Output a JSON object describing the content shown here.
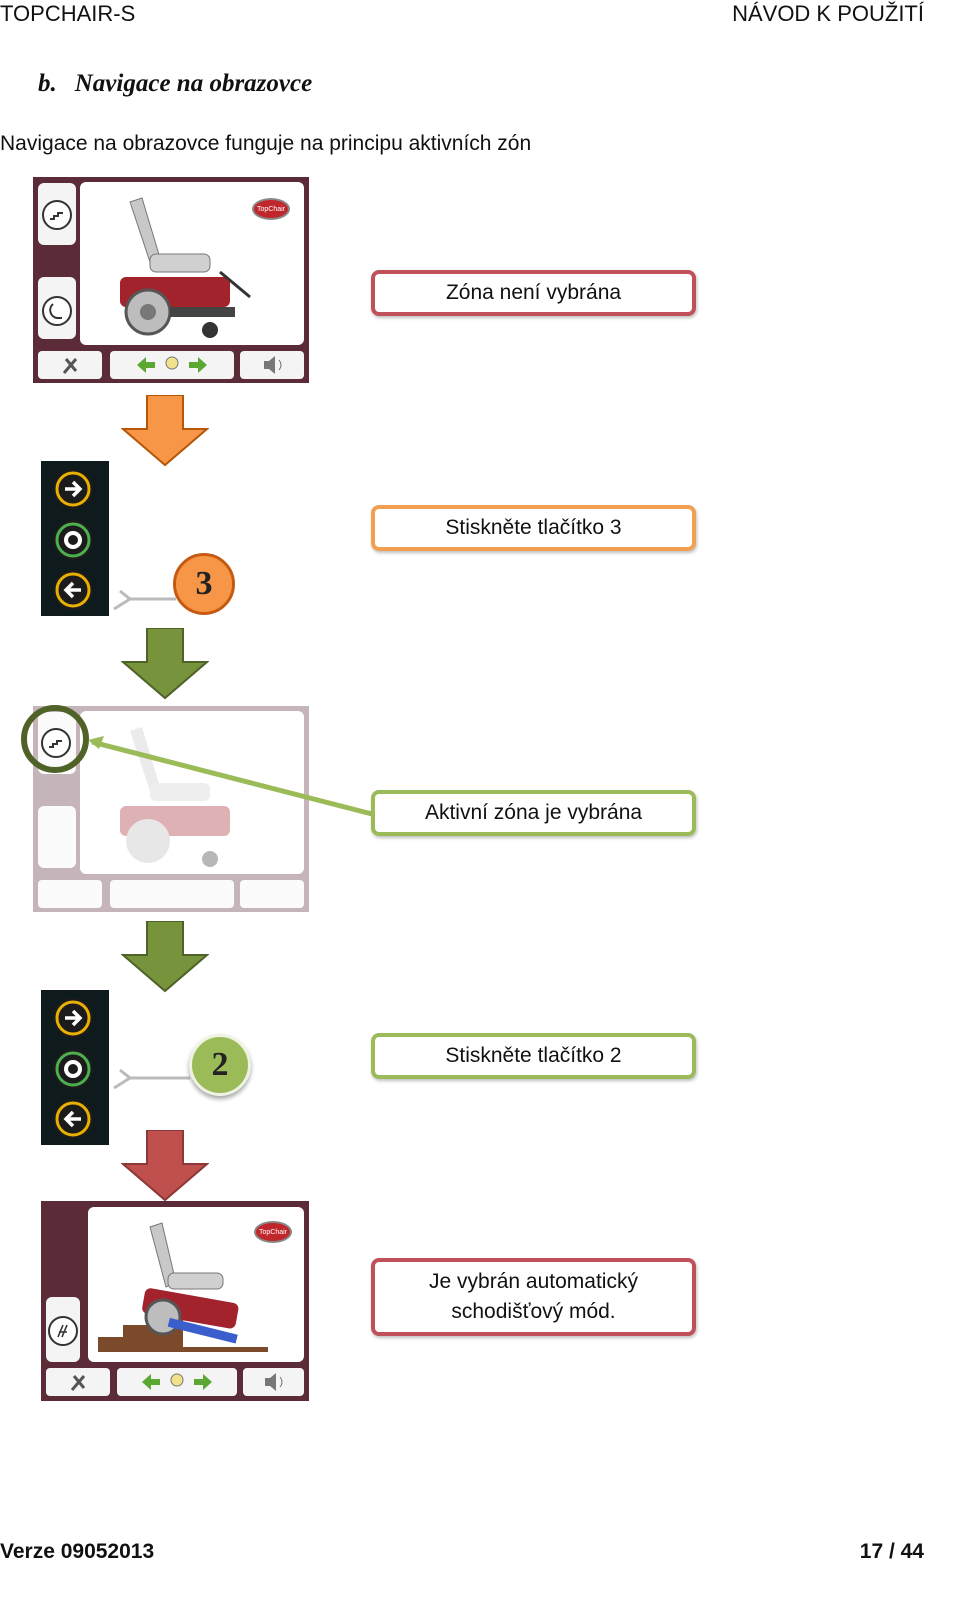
{
  "header": {
    "left": "TOPCHAIR-S",
    "right": "NÁVOD K POUŽITÍ"
  },
  "section": {
    "number": "b.",
    "title": "Navigace na obrazovce"
  },
  "intro": "Navigace na obrazovce funguje na principu aktivních zón",
  "steps": [
    {
      "text": "Zóna není vybrána",
      "color": "#c0505a"
    },
    {
      "text": "Stiskněte tlačítko 3",
      "color": "#f0a050",
      "button": "3"
    },
    {
      "text": "Aktivní zóna je vybrána",
      "color": "#9bbb59"
    },
    {
      "text": "Stiskněte tlačítko 2",
      "color": "#9bbb59",
      "button": "2"
    },
    {
      "text": "Je vybrán automatický schodišťový mód.",
      "color": "#c0505a"
    }
  ],
  "screen_logo": "TopChair",
  "icons": [
    "stairs-icon",
    "recline-icon",
    "tools-icon",
    "arrow-left-icon",
    "light-icon",
    "arrow-right-icon",
    "horn-icon",
    "auto-stairs-icon"
  ],
  "arrow_colors": {
    "orange": "#f79646",
    "green": "#77933c",
    "red": "#c0504d"
  },
  "footer": {
    "version": "Verze 09052013",
    "page": "17 / 44"
  }
}
